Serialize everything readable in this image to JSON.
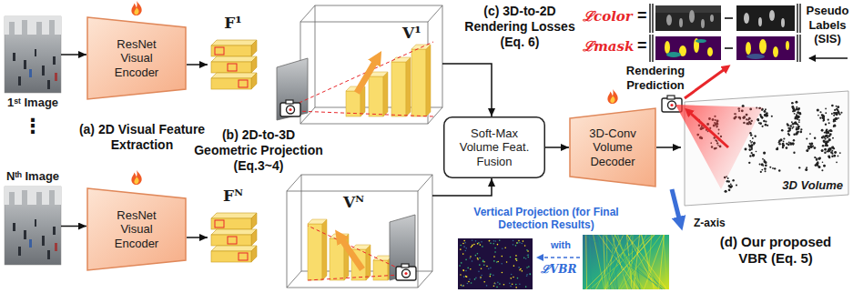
{
  "diagram": {
    "nodes": [
      {
        "text": [
          "1ˢᵗ Image"
        ]
      },
      {
        "text": [
          "ResNet Visual Encoder"
        ]
      },
      {
        "text": [
          "F¹"
        ]
      },
      {
        "text": [
          "V¹"
        ]
      },
      {
        "text": [
          "Nᵗʰ Image"
        ]
      },
      {
        "text": [
          "ResNet Visual Encoder"
        ]
      },
      {
        "text": [
          "Fᴺ"
        ]
      },
      {
        "text": [
          "Vᴺ"
        ]
      },
      {
        "text": [
          "Soft-Max Volume Feat. Fusion"
        ]
      },
      {
        "text": [
          "3D-Conv Volume Decoder"
        ]
      },
      {
        "text": [
          "3D Volume"
        ]
      }
    ],
    "edges": [
      {
        "from": 0,
        "to": 1,
        "arrow": "to"
      },
      {
        "from": 1,
        "to": 2,
        "arrow": "to"
      },
      {
        "from": 4,
        "to": 5,
        "arrow": "to"
      },
      {
        "from": 5,
        "to": 6,
        "arrow": "to"
      },
      {
        "from": 3,
        "to": 8,
        "arrow": "to"
      },
      {
        "from": 7,
        "to": 8,
        "arrow": "to"
      },
      {
        "from": 8,
        "to": 9,
        "arrow": "to"
      },
      {
        "from": 9,
        "to": 10,
        "arrow": "to"
      }
    ],
    "labels": [
      "⋮",
      "(a) 2D Visual Feature Extraction",
      "(b) 2D-to-3D Geometric Projection (Eq.3~4)",
      "(c) 3D-to-2D Rendering Losses (Eq. 6)",
      "ℒcolor",
      "=",
      "ℒmask",
      "=",
      "Pseudo Labels (SIS)",
      "Rendering Prediction",
      "Vertical Projection (for Final Detection Results)",
      "with",
      "ℒVBR",
      "Z-axis",
      "(d) Our proposed VBR (Eq. 5)"
    ]
  }
}
